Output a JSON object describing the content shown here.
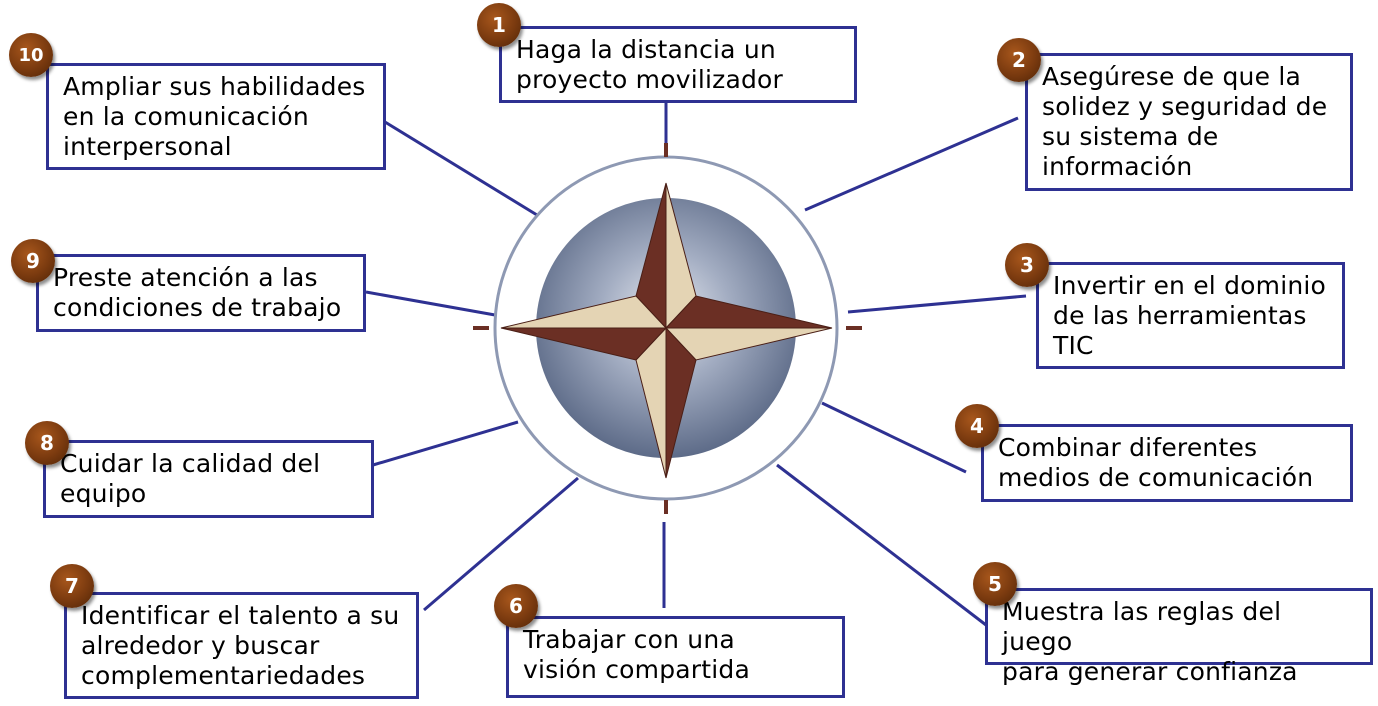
{
  "colors": {
    "box_border": "#2e3192",
    "connector": "#2e3192",
    "badge": "#7a3a0f",
    "compass_dark": "#6b2f24",
    "compass_light": "#e4d4b4",
    "globe": "#6f7f9d"
  },
  "nodes": [
    {
      "num": "1",
      "text": "Haga la distancia un\nproyecto movilizador"
    },
    {
      "num": "2",
      "text": "Asegúrese de que la\nsolidez y seguridad de\nsu sistema de\ninformación"
    },
    {
      "num": "3",
      "text": "Invertir en el dominio\nde las herramientas\nTIC"
    },
    {
      "num": "4",
      "text": "Combinar diferentes\nmedios de comunicación"
    },
    {
      "num": "5",
      "text": "Muestra las reglas del juego\npara generar confianza"
    },
    {
      "num": "6",
      "text": "Trabajar con una\nvisión compartida"
    },
    {
      "num": "7",
      "text": "Identificar el talento a su\nalrededor y buscar\ncomplementariedades"
    },
    {
      "num": "8",
      "text": "Cuidar la calidad del\nequipo"
    },
    {
      "num": "9",
      "text": "Preste atención a las\ncondiciones de trabajo"
    },
    {
      "num": "10",
      "text": "Ampliar sus habilidades\nen la comunicación\ninterpersonal"
    }
  ]
}
